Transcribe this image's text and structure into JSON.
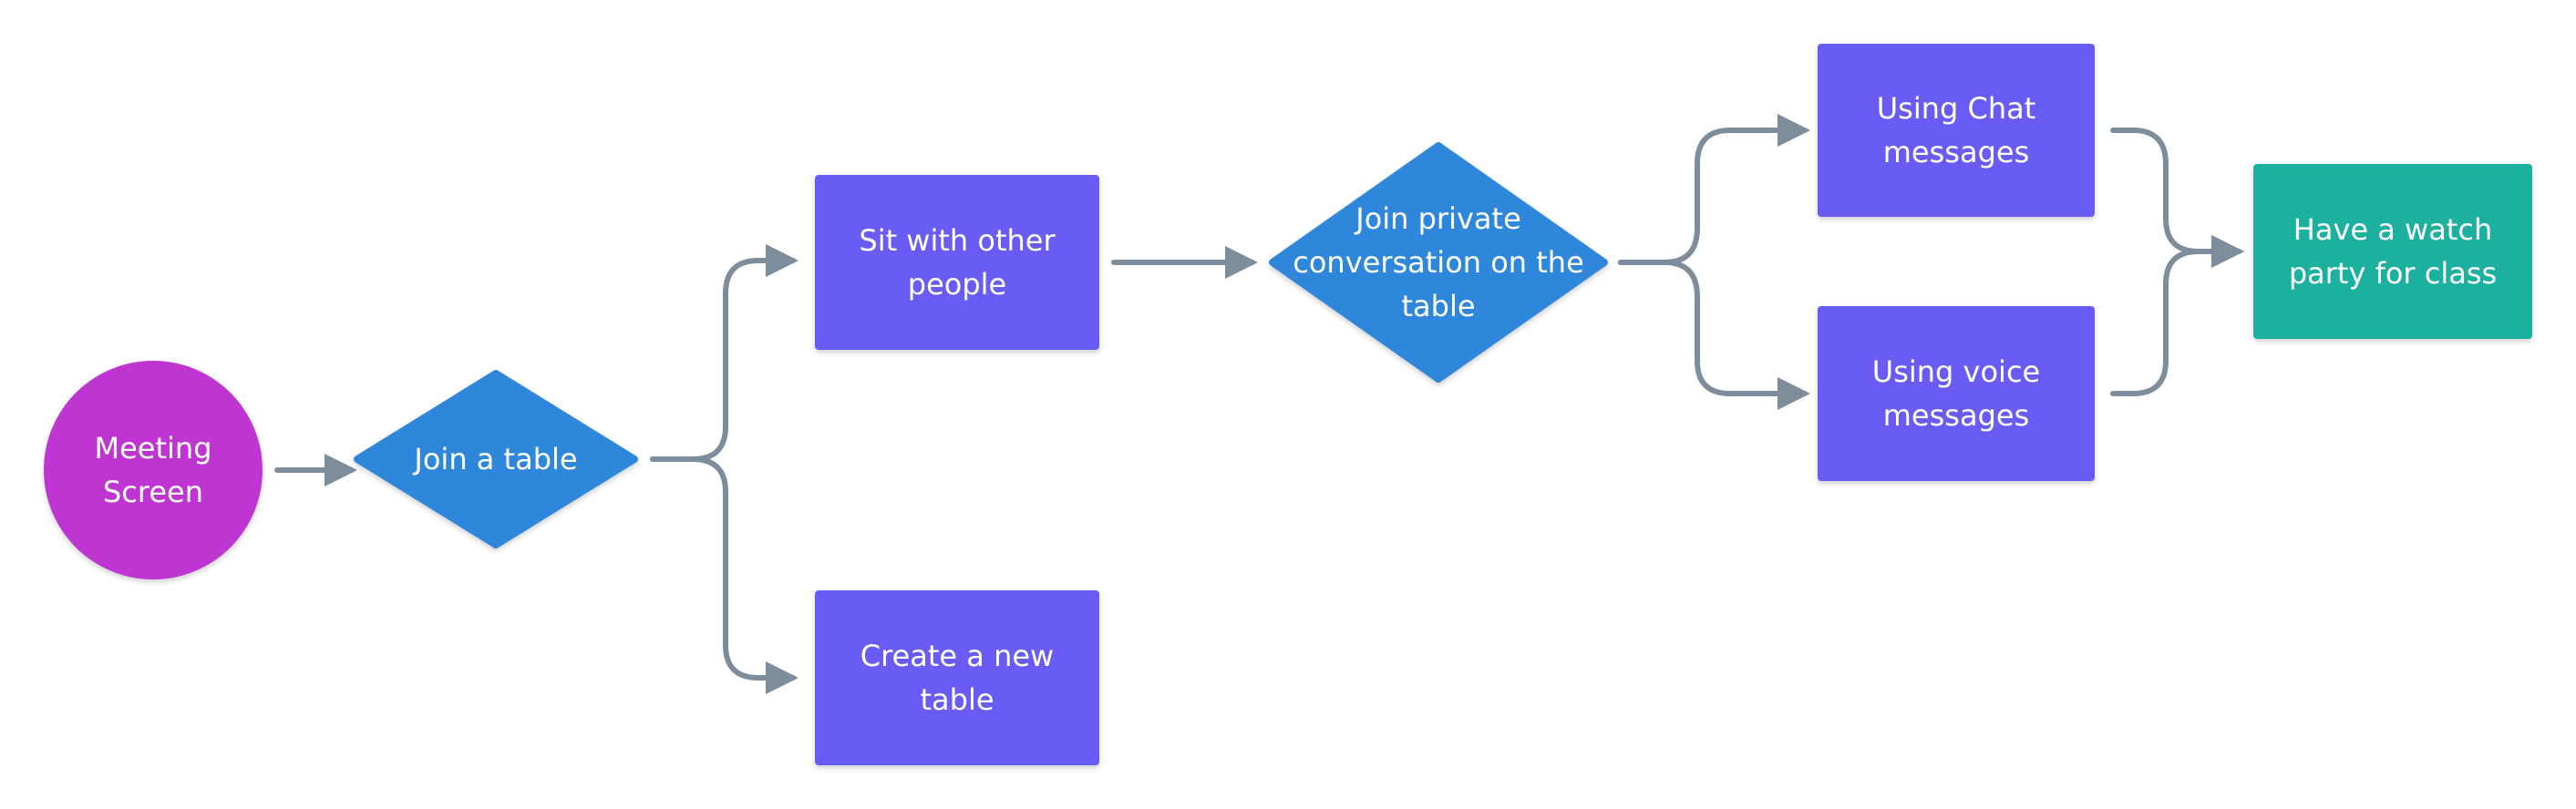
{
  "colors": {
    "start": "#BF35D1",
    "decision": "#2E87DA",
    "process": "#675BF4",
    "end": "#1FB09E",
    "connector": "#7D8D9B",
    "text": "#FFFFFF",
    "background": "#FFFFFF"
  },
  "nodes": {
    "meeting_screen": {
      "label": "Meeting\nScreen",
      "shape": "circle"
    },
    "join_table": {
      "label": "Join a table",
      "shape": "diamond"
    },
    "sit_with_others": {
      "label": "Sit with other\npeople",
      "shape": "rectangle"
    },
    "create_table": {
      "label": "Create a new\ntable",
      "shape": "rectangle"
    },
    "join_private": {
      "label": "Join private\nconversation on the\ntable",
      "shape": "diamond"
    },
    "chat_messages": {
      "label": "Using Chat\nmessages",
      "shape": "rectangle"
    },
    "voice_messages": {
      "label": "Using voice\nmessages",
      "shape": "rectangle"
    },
    "watch_party": {
      "label": "Have a watch\nparty for class",
      "shape": "rectangle"
    }
  },
  "edges": [
    {
      "from": "meeting_screen",
      "to": "join_table"
    },
    {
      "from": "join_table",
      "to": "sit_with_others"
    },
    {
      "from": "join_table",
      "to": "create_table"
    },
    {
      "from": "sit_with_others",
      "to": "join_private"
    },
    {
      "from": "join_private",
      "to": "chat_messages"
    },
    {
      "from": "join_private",
      "to": "voice_messages"
    },
    {
      "from": "chat_messages",
      "to": "watch_party"
    },
    {
      "from": "voice_messages",
      "to": "watch_party"
    }
  ]
}
